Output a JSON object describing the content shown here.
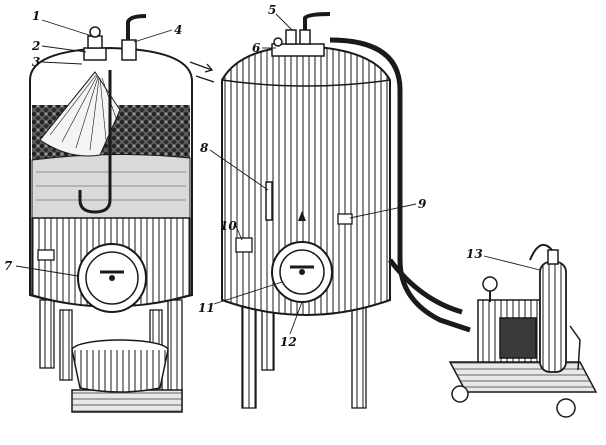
{
  "colors": {
    "ink": "#1a1a1a",
    "paper": "#ffffff",
    "liquid": "#d9d9d9",
    "grapes": "#4a4a4a"
  },
  "callouts": [
    {
      "id": "1",
      "text": "1"
    },
    {
      "id": "2",
      "text": "2"
    },
    {
      "id": "3",
      "text": "3"
    },
    {
      "id": "4",
      "text": "4"
    },
    {
      "id": "5",
      "text": "5"
    },
    {
      "id": "6",
      "text": "6"
    },
    {
      "id": "7",
      "text": "7"
    },
    {
      "id": "8",
      "text": "8"
    },
    {
      "id": "9",
      "text": "9"
    },
    {
      "id": "10",
      "text": "10"
    },
    {
      "id": "11",
      "text": "11"
    },
    {
      "id": "12",
      "text": "12"
    },
    {
      "id": "13",
      "text": "13"
    }
  ]
}
